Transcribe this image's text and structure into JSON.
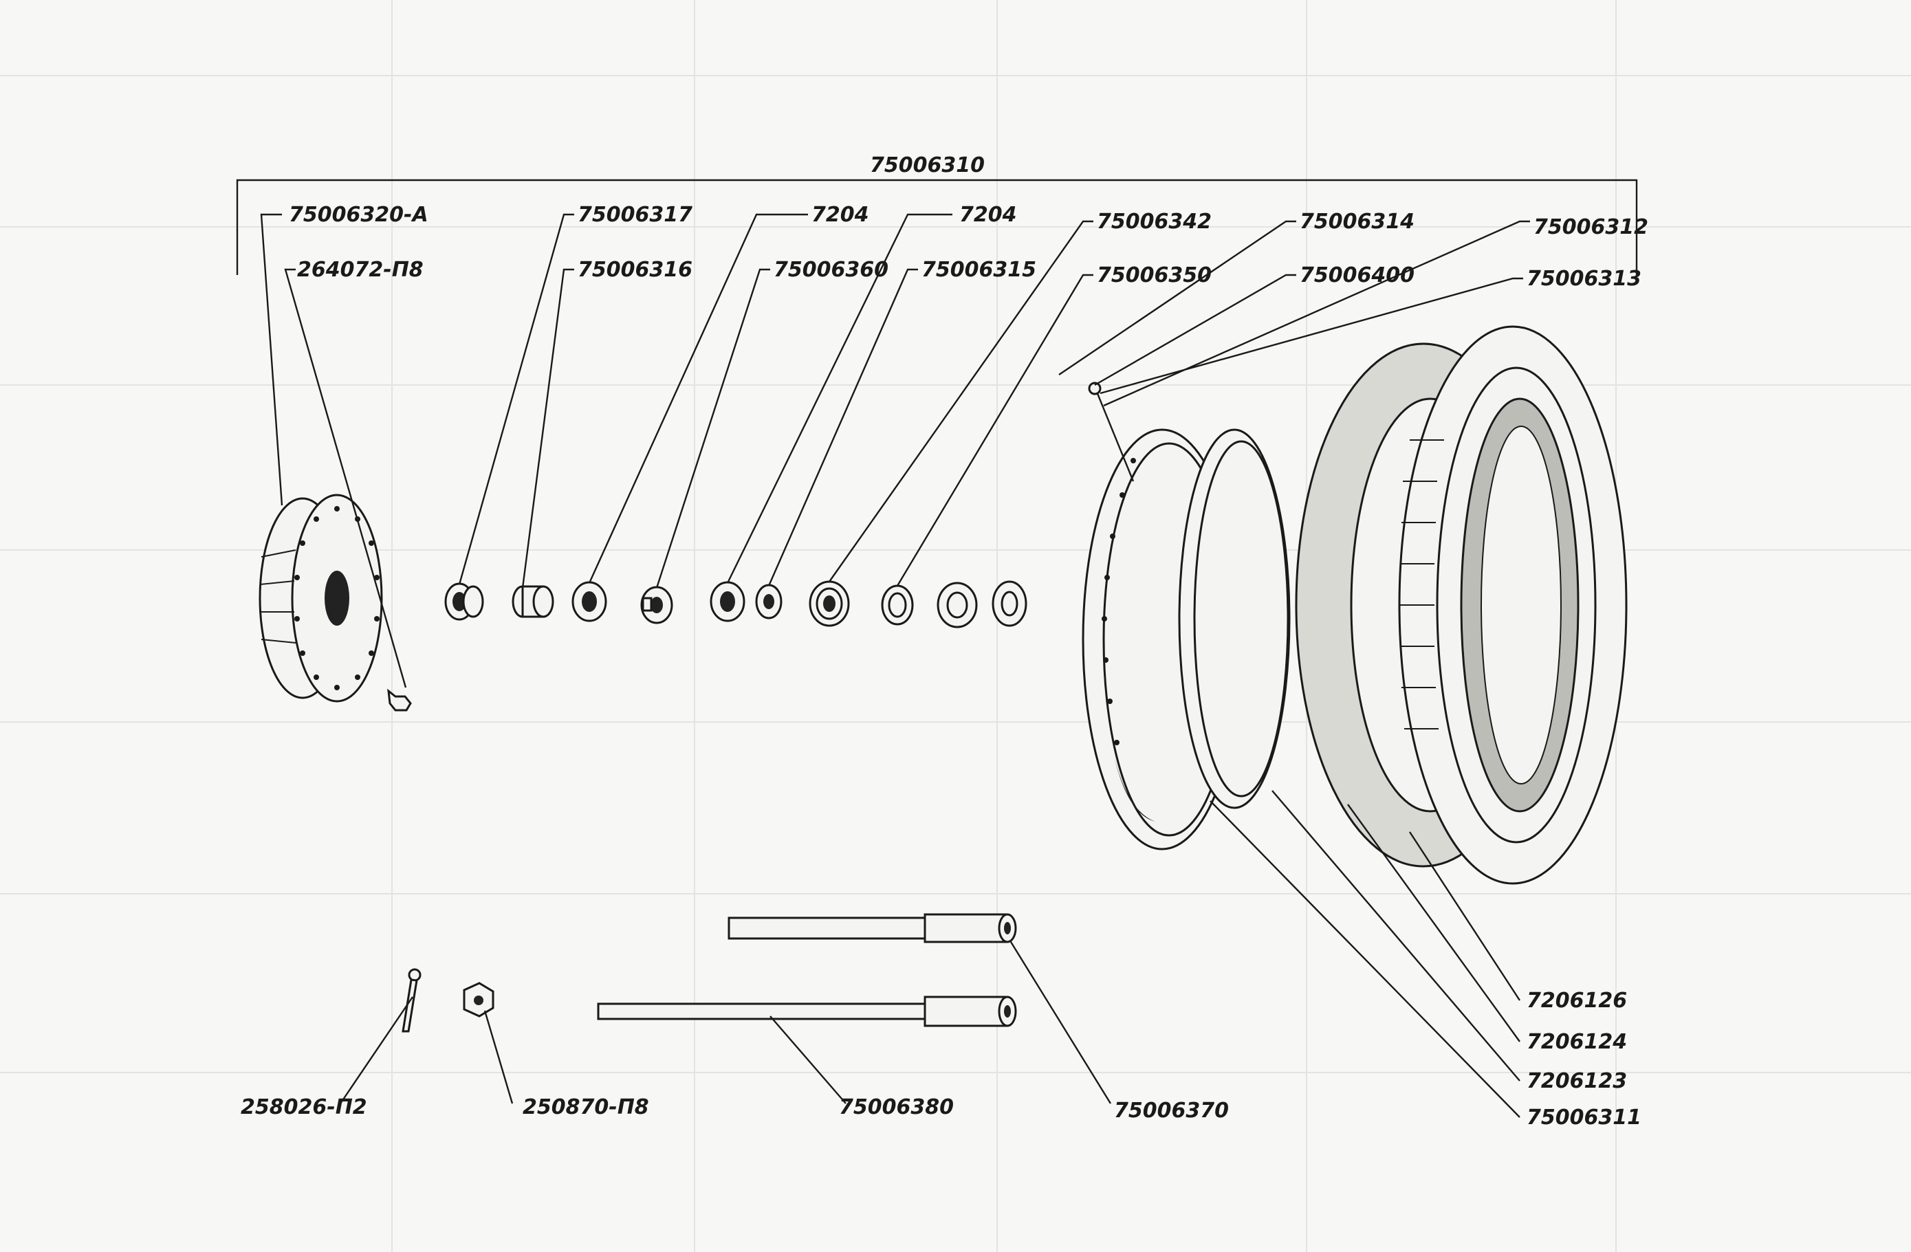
{
  "assembly": {
    "number": "75006310",
    "labels": {
      "p75006320A": "75006320-А",
      "p264072": "264072-П8",
      "p75006317": "75006317",
      "p75006316": "75006316",
      "p7204a": "7204",
      "p75006360": "75006360",
      "p7204b": "7204",
      "p75006315": "75006315",
      "p75006342": "75006342",
      "p75006350": "75006350",
      "p75006314": "75006314",
      "p75006400": "75006400",
      "p75006312": "75006312",
      "p75006313": "75006313",
      "p7206126": "7206126",
      "p7206124": "7206124",
      "p7206123": "7206123",
      "p75006311": "75006311",
      "p258026": "258026-П2",
      "p250870": "250870-П8",
      "p75006380": "75006380",
      "p75006370": "75006370"
    }
  },
  "colors": {
    "ink": "#1a1a1a",
    "paper": "#f7f7f5",
    "bleed": "#cfcfcb"
  }
}
